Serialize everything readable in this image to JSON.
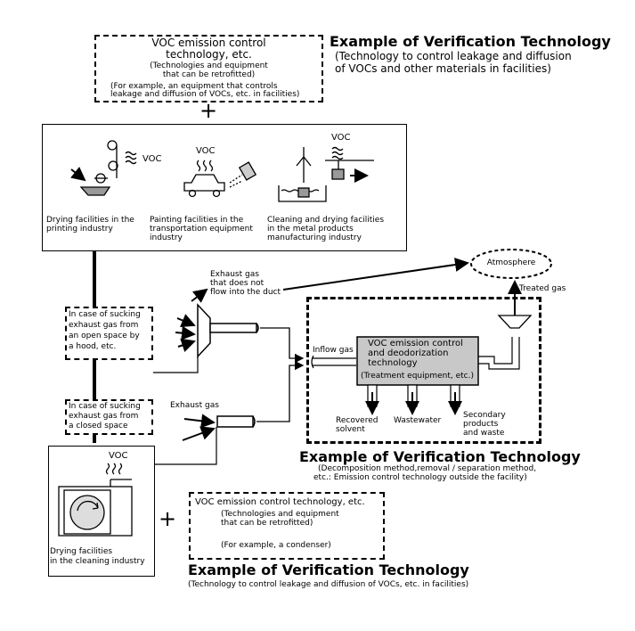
{
  "top_box": {
    "title_line1": "VOC emission control",
    "title_line2": "technology, etc.",
    "sub1": "(Technologies and equipment",
    "sub2": "that can be retrofitted)",
    "ex1": "(For example, an equipment that controls",
    "ex2": "leakage and diffusion of VOCs, etc. in facilities)"
  },
  "top_heading": {
    "title": "Example of Verification Technology",
    "line1": "(Technology to control leakage and diffusion",
    "line2": "of VOCs and other materials in facilities)"
  },
  "plus": "+",
  "facilities": {
    "voc_label": "VOC",
    "printing_1": "Drying facilities in the",
    "printing_2": "printing industry",
    "painting_1": "Painting facilities in the",
    "painting_2": "transportation equipment",
    "painting_3": "industry",
    "cleaning_1": "Cleaning and drying facilities",
    "cleaning_2": "in the metal products",
    "cleaning_3": "manufacturing industry"
  },
  "open_space": {
    "l1": "In case of sucking",
    "l2": "exhaust gas from",
    "l3": "an open space by",
    "l4": "a hood, etc."
  },
  "closed_space": {
    "l1": "In case of sucking",
    "l2": "exhaust gas from",
    "l3": "a closed space"
  },
  "flow": {
    "exhaust_no_duct_1": "Exhaust gas",
    "exhaust_no_duct_2": "that does not",
    "exhaust_no_duct_3": "flow into the duct",
    "atmosphere": "Atmosphere",
    "treated_gas": "Treated gas",
    "inflow_gas": "Inflow gas",
    "exhaust_gas": "Exhaust gas"
  },
  "treatment": {
    "l1": "VOC emission control",
    "l2": "and deodorization",
    "l3": "technology",
    "l4": "(Treatment equipment, etc.)",
    "recovered_1": "Recovered",
    "recovered_2": "solvent",
    "wastewater": "Wastewater",
    "secondary_1": "Secondary",
    "secondary_2": "products",
    "secondary_3": "and waste"
  },
  "mid_heading": {
    "title": "Example of Verification Technology",
    "line1": "(Decomposition method,removal / separation method,",
    "line2": "etc.: Emission control technology outside the facility)"
  },
  "cleaning_industry": {
    "voc_label": "VOC",
    "l1": "Drying facilities",
    "l2": "in the cleaning industry"
  },
  "bottom_box": {
    "title": "VOC emission control technology, etc.",
    "sub1": "(Technologies and equipment",
    "sub2": "that can be retrofitted)",
    "ex": "(For example, a condenser)"
  },
  "bottom_heading": {
    "title": "Example of Verification Technology",
    "line1": "(Technology to control leakage and diffusion of VOCs, etc. in facilities)"
  }
}
